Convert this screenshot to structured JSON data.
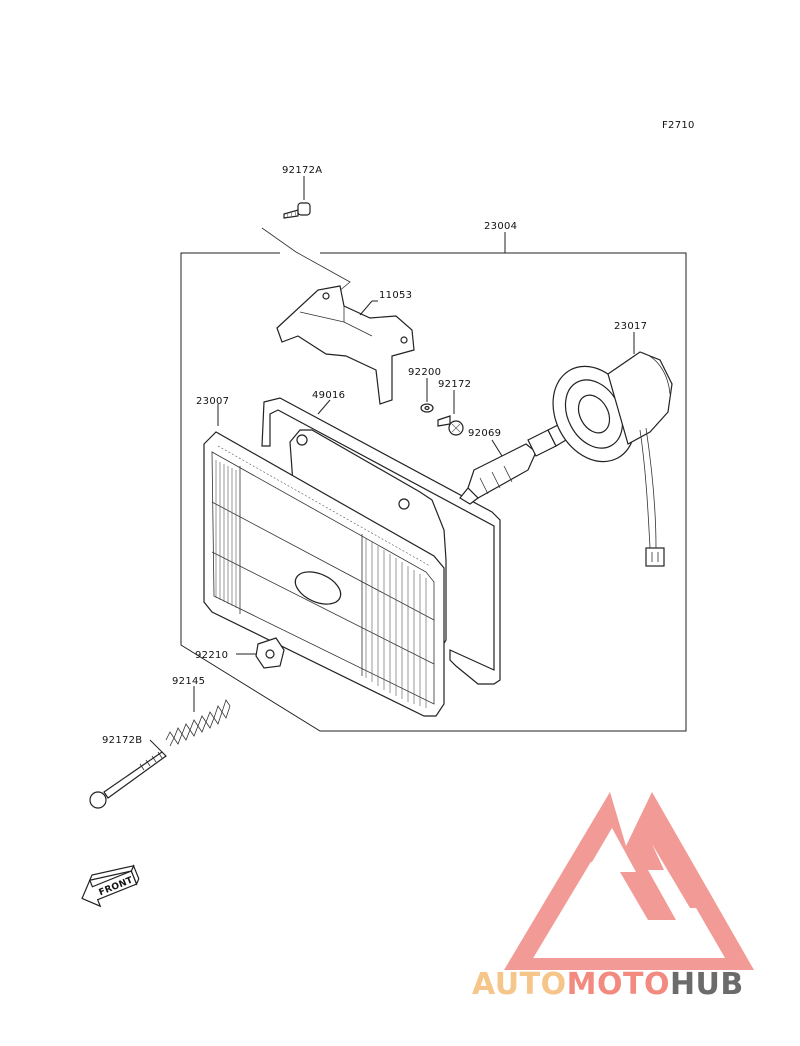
{
  "figure_code": "F2710",
  "front_label": "FRONT",
  "brand": {
    "part1": "AUTO",
    "part2": "MOTO",
    "part3": "HUB",
    "color_auto": "#f5c58a",
    "color_moto": "#f28a80",
    "color_hub": "#6b6b6b",
    "logo_color": "#f08a84"
  },
  "parts": {
    "p92172A": "92172A",
    "p23004": "23004",
    "p11053": "11053",
    "p23017": "23017",
    "p92200": "92200",
    "p92172": "92172",
    "p23007": "23007",
    "p49016": "49016",
    "p92069": "92069",
    "p92210": "92210",
    "p92145": "92145",
    "p92172B": "92172B"
  }
}
